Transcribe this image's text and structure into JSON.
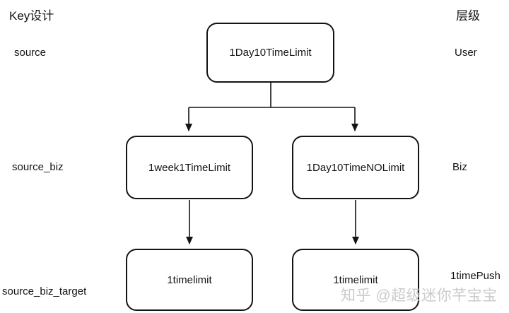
{
  "headers": {
    "left": "Key设计",
    "right": "层级"
  },
  "row_labels": {
    "row1_left": "source",
    "row1_right": "User",
    "row2_left": "source_biz",
    "row2_right": "Biz",
    "row3_left": "source_biz_target",
    "row3_right": "1timePush"
  },
  "nodes": [
    {
      "id": "root",
      "label": "1Day10TimeLimit",
      "row": "source / User"
    },
    {
      "id": "biz-left",
      "label": "1week1TimeLimit",
      "row": "source_biz / Biz"
    },
    {
      "id": "biz-right",
      "label": "1Day10TimeNOLimit",
      "row": "source_biz / Biz"
    },
    {
      "id": "target-left",
      "label": "1timelimit",
      "row": "source_biz_target"
    },
    {
      "id": "target-right",
      "label": "1timelimit",
      "row": "source_biz_target / 1timePush"
    }
  ],
  "edges": [
    {
      "from": "root",
      "to": "biz-left",
      "arrow": true
    },
    {
      "from": "root",
      "to": "biz-right",
      "arrow": true
    },
    {
      "from": "biz-left",
      "to": "target-left",
      "arrow": true
    },
    {
      "from": "biz-right",
      "to": "target-right",
      "arrow": true
    }
  ],
  "watermark": "知乎 @超级迷你芊宝宝",
  "colors": {
    "background": "#ffffff",
    "stroke": "#141414",
    "text": "#141414",
    "watermark": "#cbcbcb"
  }
}
